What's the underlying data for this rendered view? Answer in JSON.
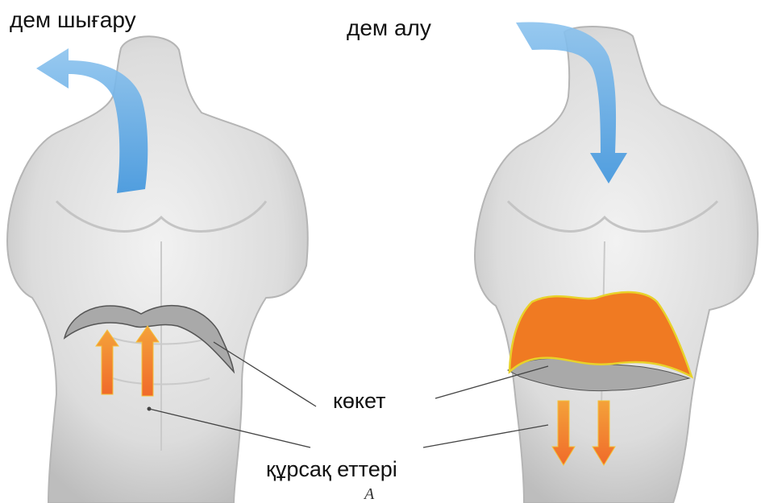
{
  "labels": {
    "exhale": "дем шығару",
    "inhale": "дем алу",
    "diaphragm": "көкет",
    "abdominal_muscles": "құрсақ еттері",
    "figure_letter": "A"
  },
  "colors": {
    "air_arrow": "#5fa9e6",
    "muscle_arrow": "#f06a2a",
    "diaphragm_relaxed": "#a9a9a9",
    "diaphragm_contracted": "#f07a22",
    "diaphragm_edge": "#e8d22a",
    "torso_shade": "#cfcfcf",
    "leader_line": "#444444"
  },
  "icons": {
    "exhale_arrow": "air-out-arrow-icon",
    "inhale_arrow": "air-in-arrow-icon",
    "muscle_up_arrows": "arrow-up-icon",
    "muscle_down_arrows": "arrow-down-icon"
  }
}
